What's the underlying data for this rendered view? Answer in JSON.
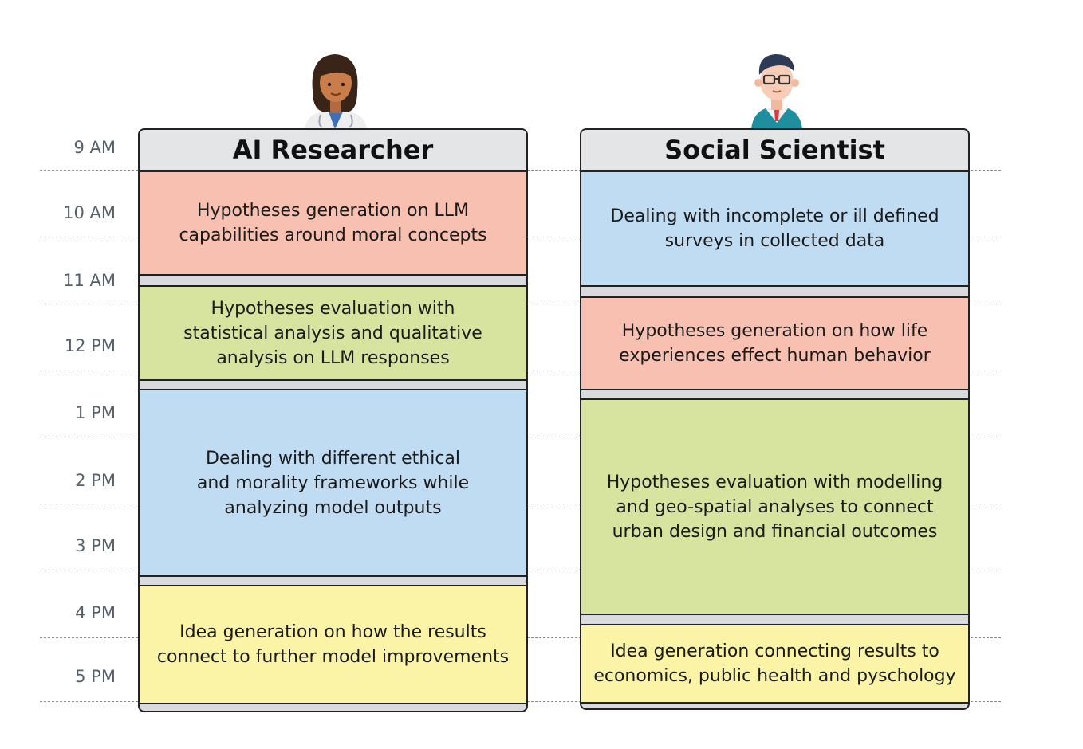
{
  "time_labels": [
    "9 AM",
    "10 AM",
    "11 AM",
    "12 PM",
    "1 PM",
    "2 PM",
    "3 PM",
    "4 PM",
    "5 PM"
  ],
  "columns": [
    {
      "title": "AI Researcher",
      "avatar": "female-researcher-icon",
      "blocks": [
        {
          "text": "Hypotheses generation on LLM\ncapabilities around moral concepts",
          "color": "#f8c0b1"
        },
        {
          "text": "Hypotheses evaluation with\nstatistical analysis and qualitative\nanalysis on LLM responses",
          "color": "#d6e4a0"
        },
        {
          "text": "Dealing with different ethical\nand morality frameworks while\nanalyzing model outputs",
          "color": "#bfdcf2"
        },
        {
          "text": "Idea generation on how the results\nconnect to further model improvements",
          "color": "#fbf3a6"
        }
      ]
    },
    {
      "title": "Social Scientist",
      "avatar": "male-scientist-icon",
      "blocks": [
        {
          "text": "Dealing with incomplete or ill defined\nsurveys in collected data",
          "color": "#bfdcf2"
        },
        {
          "text": "Hypotheses generation on how life\nexperiences effect human behavior",
          "color": "#f8c0b1"
        },
        {
          "text": "Hypotheses evaluation with modelling\nand geo-spatial analyses to connect\nurban design and financial outcomes",
          "color": "#d6e4a0"
        },
        {
          "text": "Idea generation connecting results to\neconomics, public health and pyschology",
          "color": "#fbf3a6"
        }
      ]
    }
  ]
}
